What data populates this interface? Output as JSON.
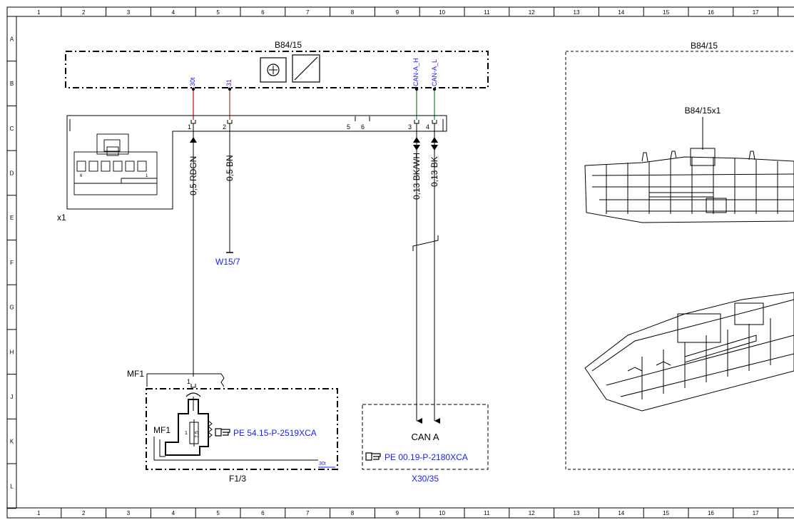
{
  "frame": {
    "col_numbers": [
      "1",
      "2",
      "3",
      "4",
      "5",
      "6",
      "7",
      "8",
      "9",
      "10",
      "11",
      "12",
      "13",
      "14",
      "15",
      "16",
      "17"
    ],
    "row_letters": [
      "A",
      "B",
      "C",
      "D",
      "E",
      "F",
      "G",
      "H",
      "J",
      "K",
      "L"
    ]
  },
  "component": {
    "label": "B84/15",
    "pins": [
      "30t",
      "31",
      "CAN-A_H",
      "CAN-A_L"
    ]
  },
  "connector": {
    "label": "x1",
    "pin_numbers": [
      "1",
      "2",
      "5",
      "6",
      "3",
      "4"
    ],
    "pin_face": [
      "6",
      "1"
    ]
  },
  "wires": [
    {
      "label": "0,5 RDGN",
      "color": "#d02020"
    },
    {
      "label": "0,5 BN",
      "color": "#a0522d"
    },
    {
      "label": "0,13 BK/WH",
      "color": "#2e8b2e"
    },
    {
      "label": "0,13 BK",
      "color": "#2e8b2e"
    }
  ],
  "ground": {
    "label": "W15/7"
  },
  "fuse_block": {
    "connector": "MF1",
    "pin": "1",
    "inner_label": "MF1",
    "fuse_pin": "1",
    "fuse_rating": "7,5",
    "ref": "PE 54.15-P-2519XCA",
    "terminal": "30t",
    "label": "F1/3"
  },
  "can_block": {
    "title": "CAN A",
    "ref": "PE 00.19-P-2180XCA",
    "label": "X30/35"
  },
  "photo": {
    "label": "B84/15",
    "connector_label": "B84/15x1"
  }
}
